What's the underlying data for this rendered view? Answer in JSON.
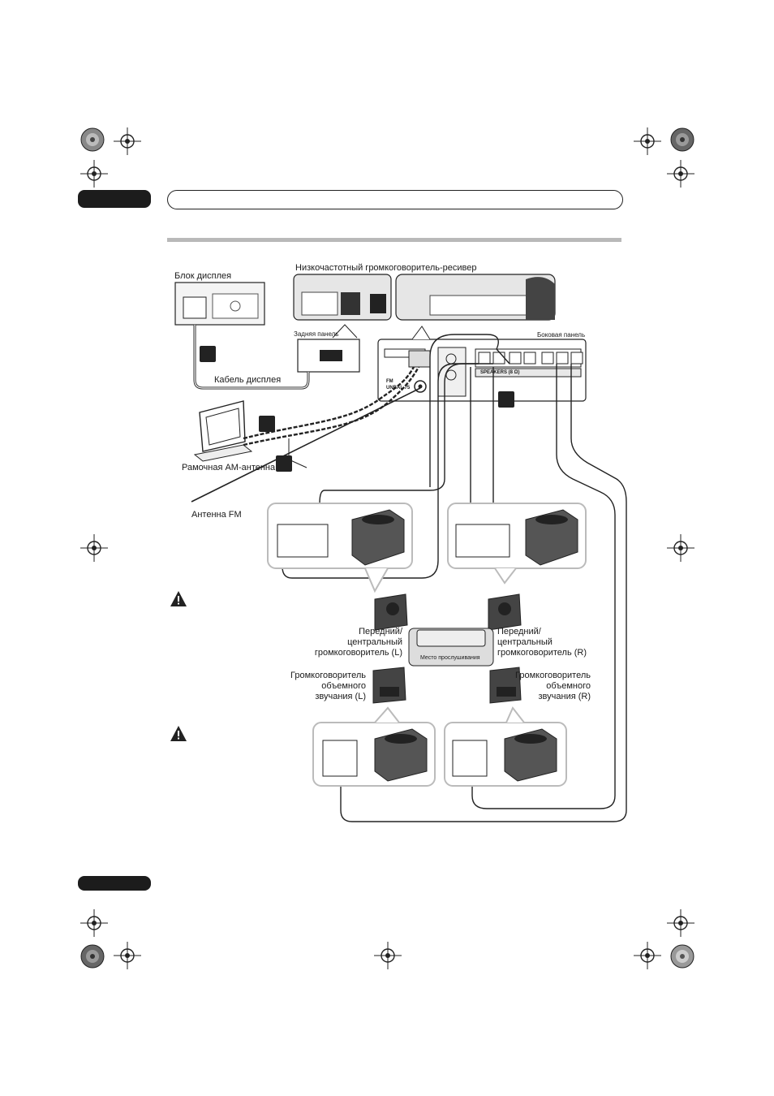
{
  "header": {
    "title": ""
  },
  "diagram": {
    "display_unit": "Блок дисплея",
    "subwoofer_receiver": "Низкочастотный громкоговоритель-ресивер",
    "rear_panel": "Задняя панель",
    "side_panel": "Боковая панель",
    "display_cable": "Кабель дисплея",
    "am_antenna": "Рамочная AM-антенна",
    "fm_antenna": "Антенна FM",
    "fm_terminal": "FM\nUNBAL 75",
    "speakers_terminal": "SPEAKERS (8 Ω)",
    "listening_position": "Место прослушивания",
    "front_left": "Передний/\nцентральный\nгромкоговоритель (L)",
    "front_right": "Передний/\nцентральный\nгромкоговоритель (R)",
    "surround_left": "Громкоговоритель\nобъемного\nзвучания (L)",
    "surround_right": "Громкоговоритель\nобъемного\nзвучания (R)"
  },
  "icons": {
    "registration": "registration-mark-icon",
    "important": "important-warning-icon"
  }
}
